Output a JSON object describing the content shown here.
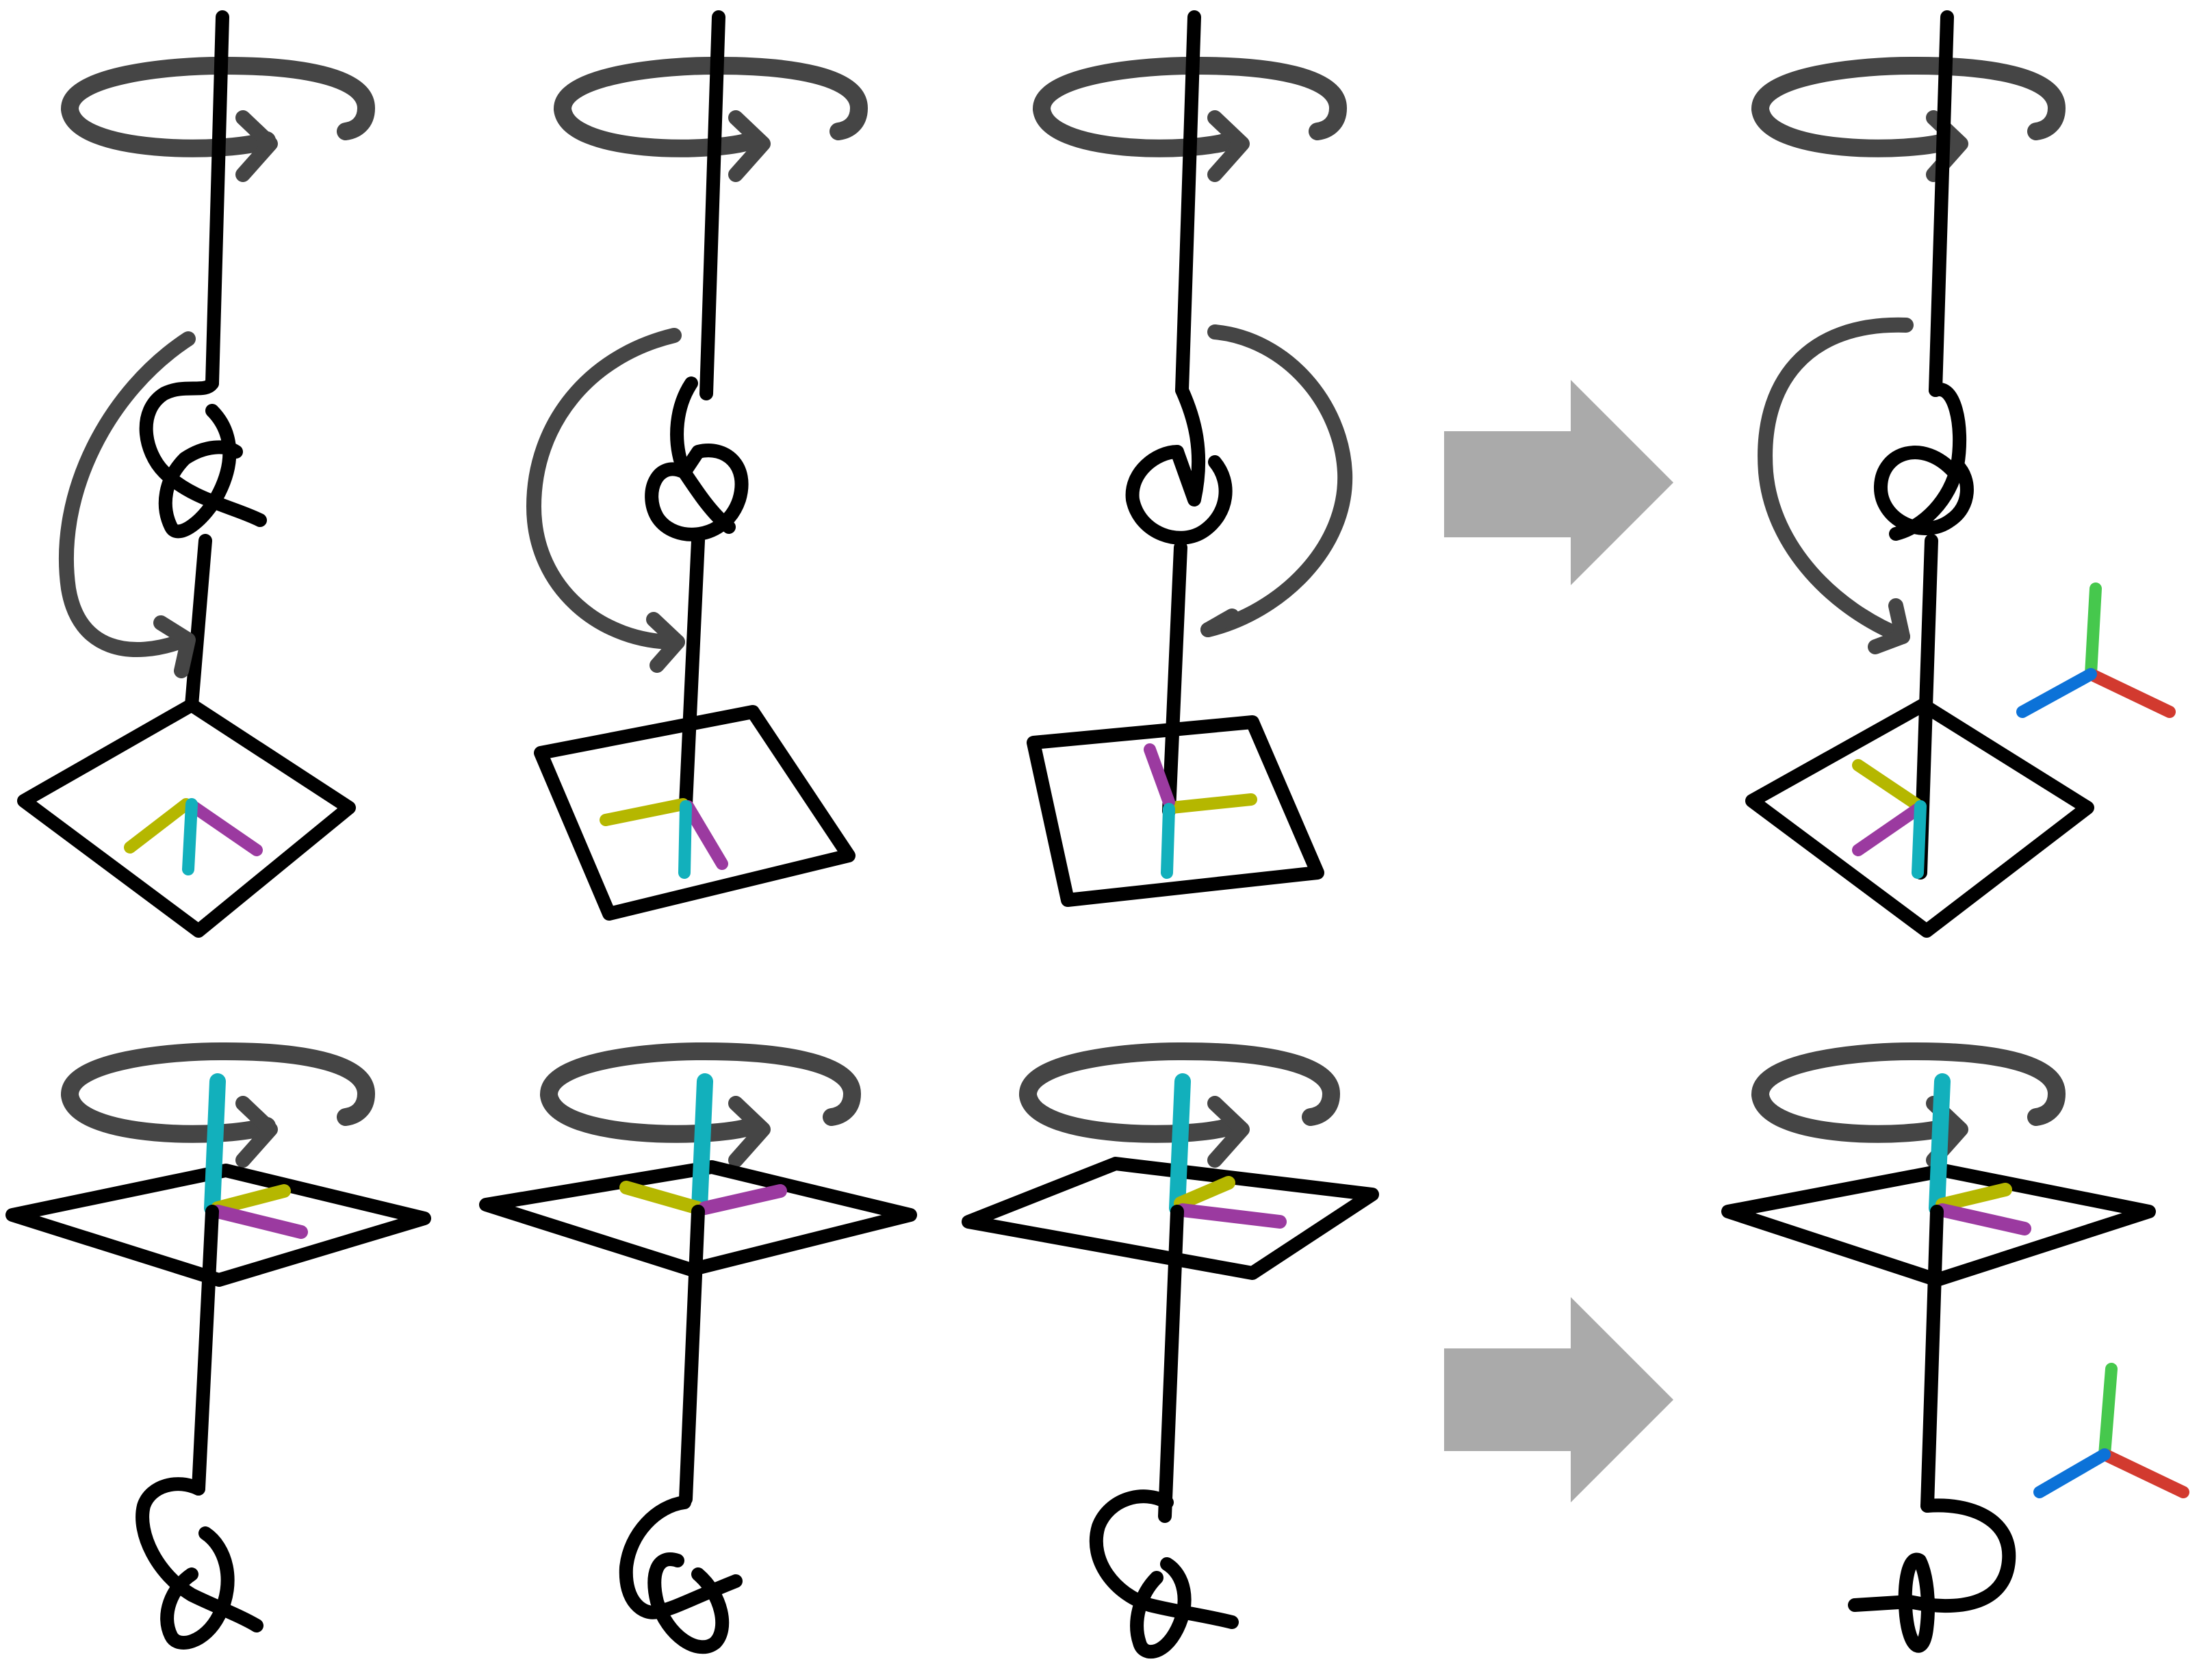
{
  "figure": {
    "rows": [
      {
        "name": "top-row",
        "panels": [
          "panel-1",
          "panel-2",
          "panel-3",
          "panel-result"
        ]
      },
      {
        "name": "bottom-row",
        "panels": [
          "panel-1",
          "panel-2",
          "panel-3",
          "panel-result"
        ]
      }
    ],
    "colors": {
      "rope": "#000000",
      "rotation_arrow": "#454545",
      "transition_arrow": "#aaaaaa",
      "local_axis_a": "#b5b700",
      "local_axis_b": "#9b3aa0",
      "local_axis_c": "#12b0bc",
      "world_x": "#d23a2f",
      "world_y": "#46c84d",
      "world_z": "#0c72d8"
    },
    "icons": {
      "rotation": "curved-arrow-icon",
      "transition": "right-arrow-icon",
      "frame": "coordinate-frame-icon"
    }
  }
}
